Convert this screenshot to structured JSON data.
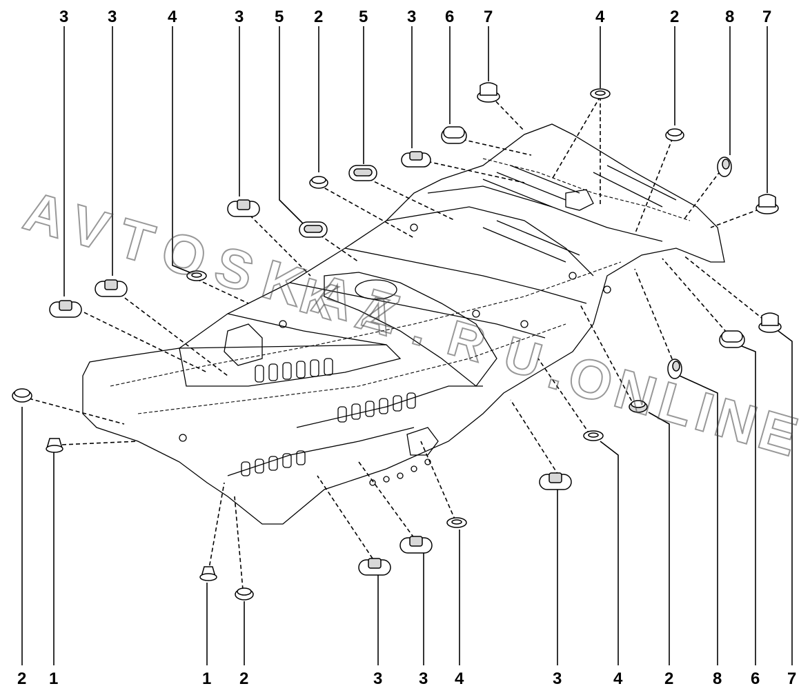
{
  "watermark": {
    "line1": "AVTOSKAZ",
    "line2": "KA.RU",
    "line3": ".ONLINE"
  },
  "callouts_top": [
    "3",
    "3",
    "4",
    "3",
    "5",
    "2",
    "5",
    "3",
    "6",
    "7",
    "4",
    "2",
    "8",
    "7"
  ],
  "callouts_bottom": [
    "2",
    "1",
    "1",
    "2",
    "3",
    "3",
    "4",
    "3",
    "4",
    "2",
    "8",
    "6",
    "7"
  ],
  "colors": {
    "ink": "#000000",
    "paper": "#ffffff",
    "watermark": "#444444"
  }
}
